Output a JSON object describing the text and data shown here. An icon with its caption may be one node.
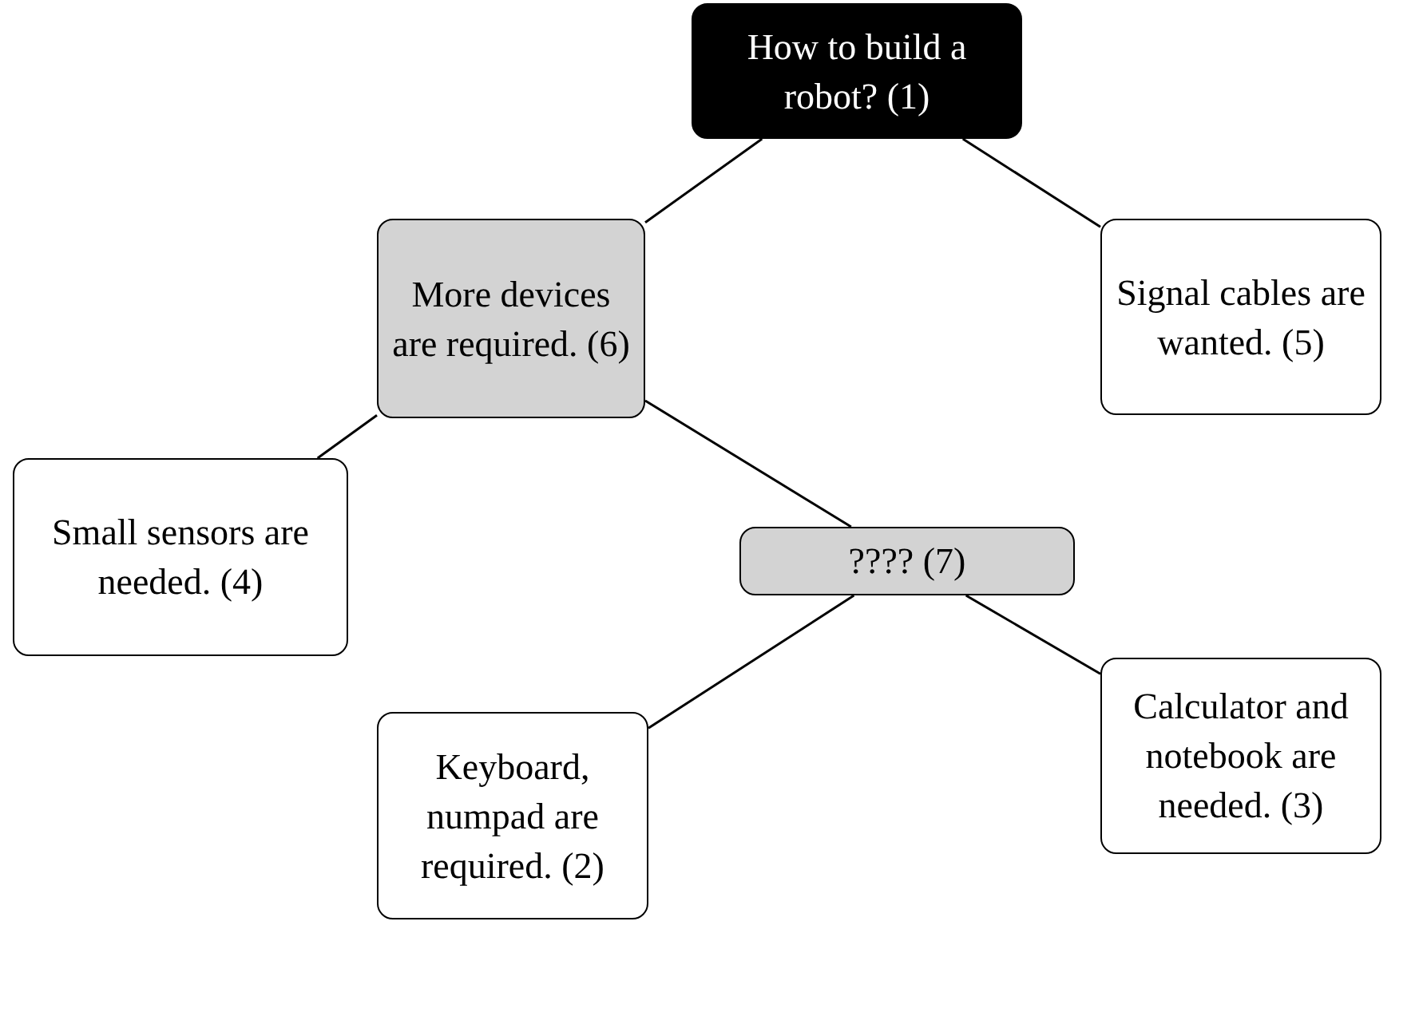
{
  "diagram": {
    "nodes": [
      {
        "text": [
          "How to build a robot? (1)"
        ]
      },
      {
        "text": [
          "More devices are required. (6)"
        ]
      },
      {
        "text": [
          "Signal cables are wanted. (5)"
        ]
      },
      {
        "text": [
          "Small sensors are needed. (4)"
        ]
      },
      {
        "text": [
          "???? (7)"
        ]
      },
      {
        "text": [
          "Keyboard, numpad are required. (2)"
        ]
      },
      {
        "text": [
          "Calculator and notebook are needed. (3)"
        ]
      }
    ],
    "edges": [
      {
        "from": 0,
        "to": 1,
        "arrow": "none"
      },
      {
        "from": 0,
        "to": 2,
        "arrow": "none"
      },
      {
        "from": 1,
        "to": 3,
        "arrow": "none"
      },
      {
        "from": 1,
        "to": 4,
        "arrow": "none"
      },
      {
        "from": 4,
        "to": 5,
        "arrow": "none"
      },
      {
        "from": 4,
        "to": 6,
        "arrow": "none"
      }
    ]
  }
}
